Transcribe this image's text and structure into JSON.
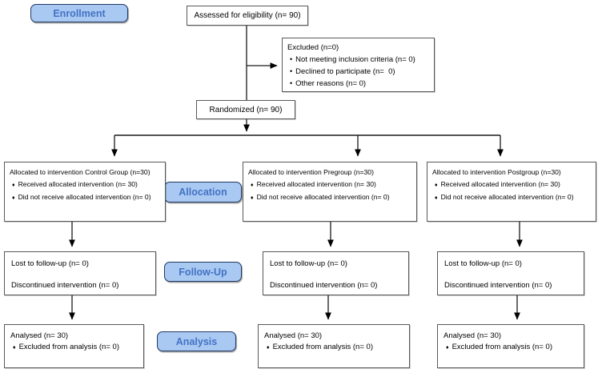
{
  "palette": {
    "label_fill": "#A9C9F2",
    "label_border": "#1F3864",
    "label_text": "#4472C4",
    "box_border": "#595959",
    "arrow": "#000000"
  },
  "bullets": {
    "diamond": "♦",
    "round": "•"
  },
  "stage_labels": {
    "enrollment": "Enrollment",
    "allocation": "Allocation",
    "follow_up": "Follow-Up",
    "analysis": "Analysis"
  },
  "enrollment": {
    "assessed": "Assessed for eligibility (n= 90)",
    "excluded": {
      "title": "Excluded (n=0)",
      "items": [
        "Not meeting inclusion criteria (n= 0)",
        "Declined to participate (n=  0)",
        "Other reasons (n= 0)"
      ]
    },
    "randomized": "Randomized (n= 90)"
  },
  "columns": [
    {
      "allocation": {
        "title": "Allocated to intervention Control Group (n=30)",
        "items": [
          "Received allocated intervention (n= 30)",
          "Did not receive allocated intervention (n= 0)"
        ]
      },
      "follow_up": {
        "lines": [
          "Lost to follow-up (n= 0)",
          "Discontinued intervention (n= 0)"
        ]
      },
      "analysis": {
        "title": "Analysed (n= 30)",
        "items": [
          "Excluded from analysis (n= 0)"
        ]
      }
    },
    {
      "allocation": {
        "title": "Allocated to intervention Pregroup (n=30)",
        "items": [
          "Received allocated intervention (n= 30)",
          "Did not receive allocated intervention (n= 0)"
        ]
      },
      "follow_up": {
        "lines": [
          "Lost to follow-up (n= 0)",
          "Discontinued intervention (n= 0)"
        ]
      },
      "analysis": {
        "title": "Analysed (n= 30)",
        "items": [
          "Excluded from analysis (n= 0)"
        ]
      }
    },
    {
      "allocation": {
        "title": "Allocated to intervention Postgroup (n=30)",
        "items": [
          "Received allocated intervention (n= 30)",
          "Did not receive allocated intervention (n= 0)"
        ]
      },
      "follow_up": {
        "lines": [
          "Lost to follow-up (n= 0)",
          "Discontinued intervention (n= 0)"
        ]
      },
      "analysis": {
        "title": "Analysed (n= 30)",
        "items": [
          "Excluded from analysis (n= 0)"
        ]
      }
    }
  ]
}
